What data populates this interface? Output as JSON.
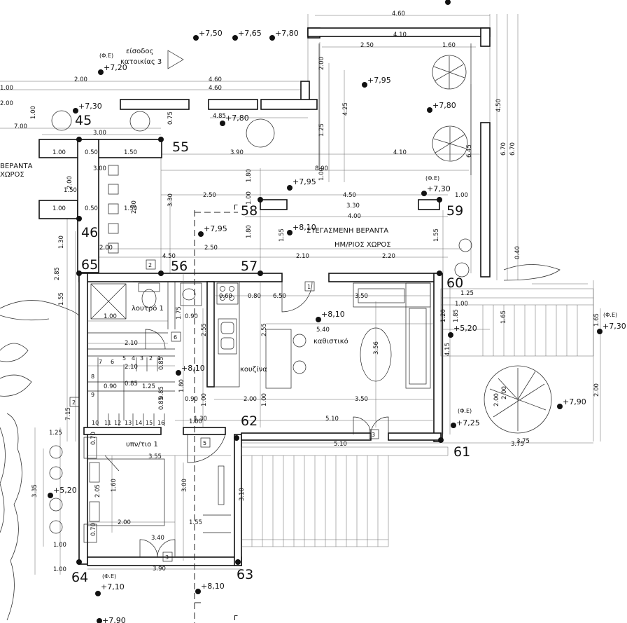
{
  "points": [
    {
      "id": "p45",
      "label": "45"
    },
    {
      "id": "p55",
      "label": "55"
    },
    {
      "id": "p46",
      "label": "46"
    },
    {
      "id": "p65",
      "label": "65"
    },
    {
      "id": "p56",
      "label": "56"
    },
    {
      "id": "p57",
      "label": "57"
    },
    {
      "id": "p58",
      "label": "58"
    },
    {
      "id": "p59",
      "label": "59"
    },
    {
      "id": "p60",
      "label": "60"
    },
    {
      "id": "p61",
      "label": "61"
    },
    {
      "id": "p62",
      "label": "62"
    },
    {
      "id": "p63",
      "label": "63"
    },
    {
      "id": "p64",
      "label": "64"
    }
  ],
  "levels": [
    {
      "id": "l750",
      "label": "+7,50"
    },
    {
      "id": "l765",
      "label": "+7,65"
    },
    {
      "id": "l780a",
      "label": "+7,80"
    },
    {
      "id": "l720",
      "label": "+7,20"
    },
    {
      "id": "l795a",
      "label": "+7,95"
    },
    {
      "id": "l730a",
      "label": "+7,30"
    },
    {
      "id": "l780b",
      "label": "+7,80"
    },
    {
      "id": "l780c",
      "label": "+7,80"
    },
    {
      "id": "l795b",
      "label": "+7,95"
    },
    {
      "id": "l730b",
      "label": "+7,30"
    },
    {
      "id": "l795c",
      "label": "+7,95"
    },
    {
      "id": "l810a",
      "label": "+8,10"
    },
    {
      "id": "l810b",
      "label": "+8,10"
    },
    {
      "id": "l810c",
      "label": "+8,10"
    },
    {
      "id": "l520a",
      "label": "+5,20"
    },
    {
      "id": "l730c",
      "label": "+7,30"
    },
    {
      "id": "l790a",
      "label": "+7,90"
    },
    {
      "id": "l725",
      "label": "+7,25"
    },
    {
      "id": "l520b",
      "label": "+5,20"
    },
    {
      "id": "l710",
      "label": "+7,10"
    },
    {
      "id": "l810d",
      "label": "+8,10"
    },
    {
      "id": "l790b",
      "label": "+7,90"
    }
  ],
  "fe_marks": [
    "(Φ.Ε)",
    "(Φ.Ε)",
    "(Φ.Ε)",
    "(Φ.Ε)",
    "(Φ.Ε)"
  ],
  "rooms": {
    "entrance_line1": "είσοδος",
    "entrance_line2": "κατοικίας 3",
    "veranda_left_line1": "ΒΕΡΑΝΤΑ",
    "veranda_left_line2": "ΧΩΡΟΣ",
    "covered_veranda": "ΣΤΕΓΑΣΜΕΝΗ ΒΕΡΑΝΤΑ",
    "semi_open": "ΗΜ/ΡΙΟΣ  ΧΩΡΟΣ",
    "bathroom": "λουτρό 1",
    "living": "καθιστικό",
    "kitchen": "κουζίνα",
    "bedroom": "υπν/τιο 1",
    "section_mark": "Γ",
    "section_mark_bottom": "Γ"
  },
  "door_tags": [
    "1",
    "2",
    "6",
    "2",
    "5",
    "3",
    "3"
  ],
  "stairs": [
    "1",
    "2",
    "3",
    "4",
    "5",
    "6",
    "7",
    "8",
    "9",
    "10",
    "11",
    "12",
    "13",
    "14",
    "15",
    "16"
  ],
  "dims": [
    {
      "id": "d460a",
      "v": "4.60"
    },
    {
      "id": "d410a",
      "v": "4.10"
    },
    {
      "id": "d250a",
      "v": "2.50"
    },
    {
      "id": "d160",
      "v": "1.60"
    },
    {
      "id": "d200v",
      "v": "2.00"
    },
    {
      "id": "d200h",
      "v": "2.00"
    },
    {
      "id": "d460b",
      "v": "4.60"
    },
    {
      "id": "d460c",
      "v": "4.60"
    },
    {
      "id": "d485",
      "v": "4.85"
    },
    {
      "id": "d700",
      "v": "7.00"
    },
    {
      "id": "d300a",
      "v": "3.00"
    },
    {
      "id": "d100a",
      "v": "1.00"
    },
    {
      "id": "d050a",
      "v": "0.50"
    },
    {
      "id": "d150a",
      "v": "1.50"
    },
    {
      "id": "d390a",
      "v": "3.90"
    },
    {
      "id": "d410b",
      "v": "4.10"
    },
    {
      "id": "d800",
      "v": "8.00"
    },
    {
      "id": "d300b",
      "v": "3.00"
    },
    {
      "id": "d150b",
      "v": "1.50"
    },
    {
      "id": "d100b",
      "v": "1.00"
    },
    {
      "id": "d050b",
      "v": "0.50"
    },
    {
      "id": "d150c",
      "v": "1.50"
    },
    {
      "id": "d250b",
      "v": "2.50"
    },
    {
      "id": "d450a",
      "v": "4.50"
    },
    {
      "id": "d330a",
      "v": "3.30"
    },
    {
      "id": "d400",
      "v": "4.00"
    },
    {
      "id": "d100c",
      "v": "1.00"
    },
    {
      "id": "d200c",
      "v": "2.00"
    },
    {
      "id": "d250c",
      "v": "2.50"
    },
    {
      "id": "d450b",
      "v": "4.50"
    },
    {
      "id": "d210a",
      "v": "2.10"
    },
    {
      "id": "d220",
      "v": "2.20"
    },
    {
      "id": "d425",
      "v": "4.25"
    },
    {
      "id": "d125a",
      "v": "1.25"
    },
    {
      "id": "d450v",
      "v": "4.50"
    },
    {
      "id": "d670a",
      "v": "6.70"
    },
    {
      "id": "d670b",
      "v": "6.70"
    },
    {
      "id": "d645",
      "v": "6.45"
    },
    {
      "id": "d180a",
      "v": "1.80"
    },
    {
      "id": "d180b",
      "v": "1.80"
    },
    {
      "id": "d040",
      "v": "0.40"
    },
    {
      "id": "d330v",
      "v": "3.30"
    },
    {
      "id": "d280",
      "v": "2.80"
    },
    {
      "id": "d130",
      "v": "1.30"
    },
    {
      "id": "d285",
      "v": "2.85"
    },
    {
      "id": "d155",
      "v": "1.55"
    },
    {
      "id": "d060",
      "v": "0.60"
    },
    {
      "id": "d080",
      "v": "0.80"
    },
    {
      "id": "d650",
      "v": "6.50"
    },
    {
      "id": "d350a",
      "v": "3.50"
    },
    {
      "id": "d540",
      "v": "5.40"
    },
    {
      "id": "d100d",
      "v": "1.00"
    },
    {
      "id": "d090a",
      "v": "0.90"
    },
    {
      "id": "d175",
      "v": "1.75"
    },
    {
      "id": "d255a",
      "v": "2.55"
    },
    {
      "id": "d255b",
      "v": "2.55"
    },
    {
      "id": "d210b",
      "v": "2.10"
    },
    {
      "id": "d210c",
      "v": "2.10"
    },
    {
      "id": "d085a",
      "v": "0.85"
    },
    {
      "id": "d085b",
      "v": "0.85"
    },
    {
      "id": "d125b",
      "v": "1.25"
    },
    {
      "id": "d090b",
      "v": "0.90"
    },
    {
      "id": "d180c",
      "v": "1.80"
    },
    {
      "id": "d090c",
      "v": "0.90"
    },
    {
      "id": "d200d",
      "v": "2.00"
    },
    {
      "id": "d350b",
      "v": "3.50"
    },
    {
      "id": "d100e",
      "v": "1.00"
    },
    {
      "id": "d100f",
      "v": "1.00"
    },
    {
      "id": "d356",
      "v": "3.56"
    },
    {
      "id": "d130b",
      "v": "1.30"
    },
    {
      "id": "d510a",
      "v": "5.10"
    },
    {
      "id": "d510b",
      "v": "5.10"
    },
    {
      "id": "d375",
      "v": "3.75"
    },
    {
      "id": "d200e",
      "v": "2.00"
    },
    {
      "id": "d165",
      "v": "1.65"
    },
    {
      "id": "d100g",
      "v": "1.00"
    },
    {
      "id": "d125c",
      "v": "1.25"
    },
    {
      "id": "d120",
      "v": "1.20"
    },
    {
      "id": "d415",
      "v": "4.15"
    },
    {
      "id": "d185",
      "v": "1.85"
    },
    {
      "id": "d200f",
      "v": "2.00"
    },
    {
      "id": "d715",
      "v": "7.15"
    },
    {
      "id": "d125d",
      "v": "1.25"
    },
    {
      "id": "d335",
      "v": "3.35"
    },
    {
      "id": "d100h",
      "v": "1.00"
    },
    {
      "id": "d100i",
      "v": "1.00"
    },
    {
      "id": "d070a",
      "v": "0.70"
    },
    {
      "id": "d355",
      "v": "3.55"
    },
    {
      "id": "d160b",
      "v": "1.60"
    },
    {
      "id": "d205",
      "v": "2.05"
    },
    {
      "id": "d200g",
      "v": "2.00"
    },
    {
      "id": "d155b",
      "v": "1.55"
    },
    {
      "id": "d070b",
      "v": "0.70"
    },
    {
      "id": "d340",
      "v": "3.40"
    },
    {
      "id": "d300c",
      "v": "3.00"
    },
    {
      "id": "d390b",
      "v": "3.90"
    },
    {
      "id": "d310",
      "v": "3.10"
    },
    {
      "id": "d200h2",
      "v": "2.00"
    },
    {
      "id": "d375b",
      "v": "3.75"
    },
    {
      "id": "d100j",
      "v": "1.00"
    },
    {
      "id": "d100k",
      "v": "1.00"
    },
    {
      "id": "d200i",
      "v": "2.00"
    },
    {
      "id": "d200j",
      "v": "2.00"
    },
    {
      "id": "d100l",
      "v": "1.00"
    },
    {
      "id": "d075",
      "v": "0.75"
    },
    {
      "id": "d100m",
      "v": "1.00"
    },
    {
      "id": "d155c",
      "v": "1.55"
    },
    {
      "id": "d155d",
      "v": "1.55"
    },
    {
      "id": "d085c",
      "v": "0.85"
    },
    {
      "id": "d085d",
      "v": "0.85"
    },
    {
      "id": "d165b",
      "v": "1.65"
    },
    {
      "id": "d100n",
      "v": "1.00"
    }
  ]
}
